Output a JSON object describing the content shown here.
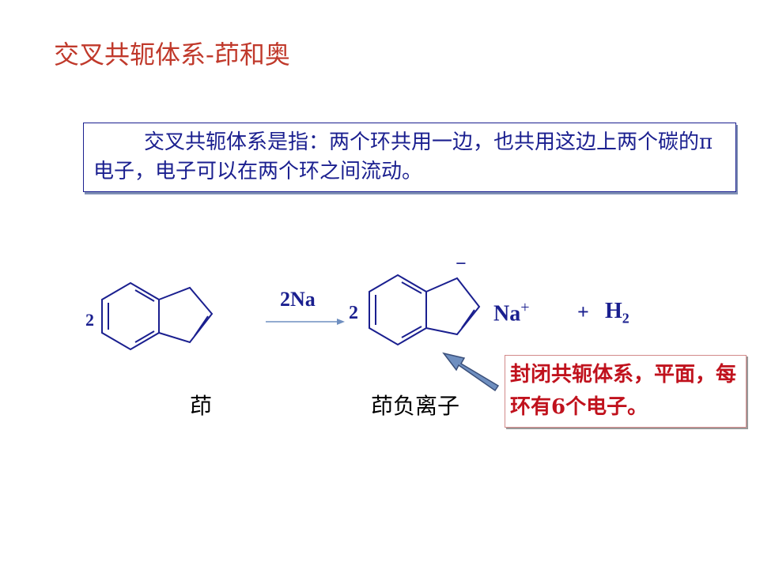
{
  "title": "交叉共轭体系-茚和奥",
  "definition": "交叉共轭体系是指：两个环共用一边，也共用这边上两个碳的π电子，电子可以在两个环之间流动。",
  "reaction": {
    "coef_left": "2",
    "reagent": "2Na",
    "coef_right": "2",
    "anion_charge": "−",
    "cation": "Na",
    "cation_charge": "+",
    "plus": "+",
    "h2_symbol": "H",
    "h2_sub": "2"
  },
  "labels": {
    "indene": "茚",
    "indenyl_anion": "茚负离子"
  },
  "note": "封闭共轭体系，平面，每环有6个电子。",
  "colors": {
    "title": "#c0392b",
    "blue_text": "#1a1f8f",
    "note_text": "#c0121d",
    "arrow_fill": "#6f8fc0"
  }
}
